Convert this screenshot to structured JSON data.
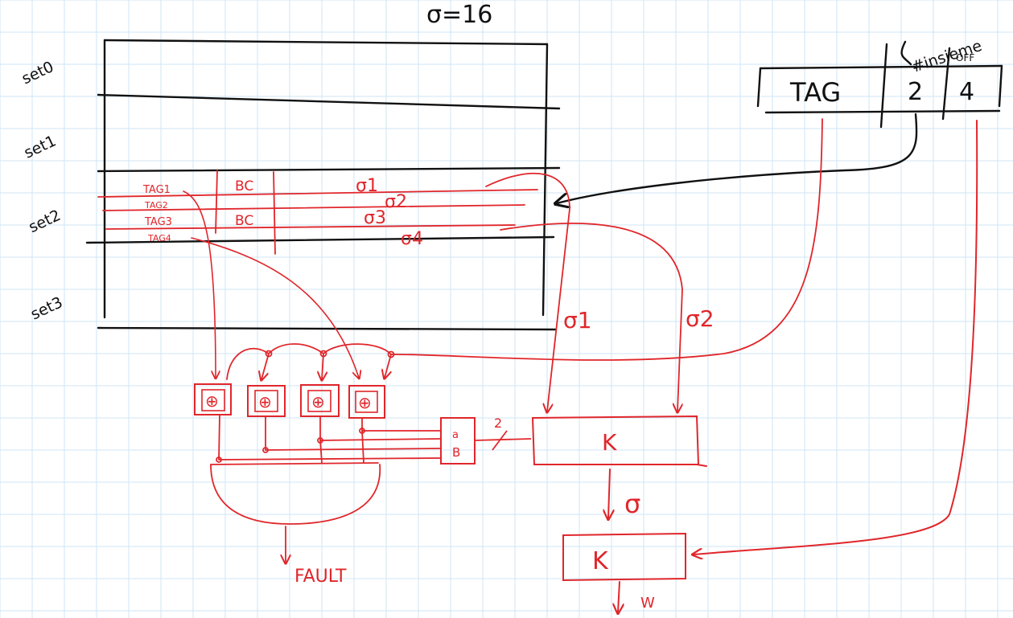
{
  "title": "σ=16",
  "cache": {
    "set_labels": [
      "set0",
      "set1",
      "set2",
      "set3"
    ],
    "set2_tags": [
      "TAG1",
      "TAG2",
      "TAG3",
      "TAG4"
    ],
    "set2_bc": [
      "BC",
      "BC"
    ],
    "set2_sigmas": [
      "σ1",
      "σ2",
      "σ3",
      "σ4"
    ]
  },
  "address": {
    "header_index": "#insieme",
    "header_offset": "OFF",
    "tag": "TAG",
    "index": "2",
    "offset": "4"
  },
  "wires": {
    "sigma1": "σ1",
    "sigma2": "σ2",
    "sel_width": "2",
    "sigma_out": "σ"
  },
  "comparators": [
    "⊕",
    "⊕",
    "⊕",
    "⊕"
  ],
  "encoder": {
    "top": "a",
    "bottom": "B"
  },
  "mux1": "K",
  "mux2": "K",
  "fault": "FAULT",
  "word_out": "W",
  "colors": {
    "ink": "#111111",
    "red": "#e0262b",
    "grid": "#cfe6f5"
  }
}
